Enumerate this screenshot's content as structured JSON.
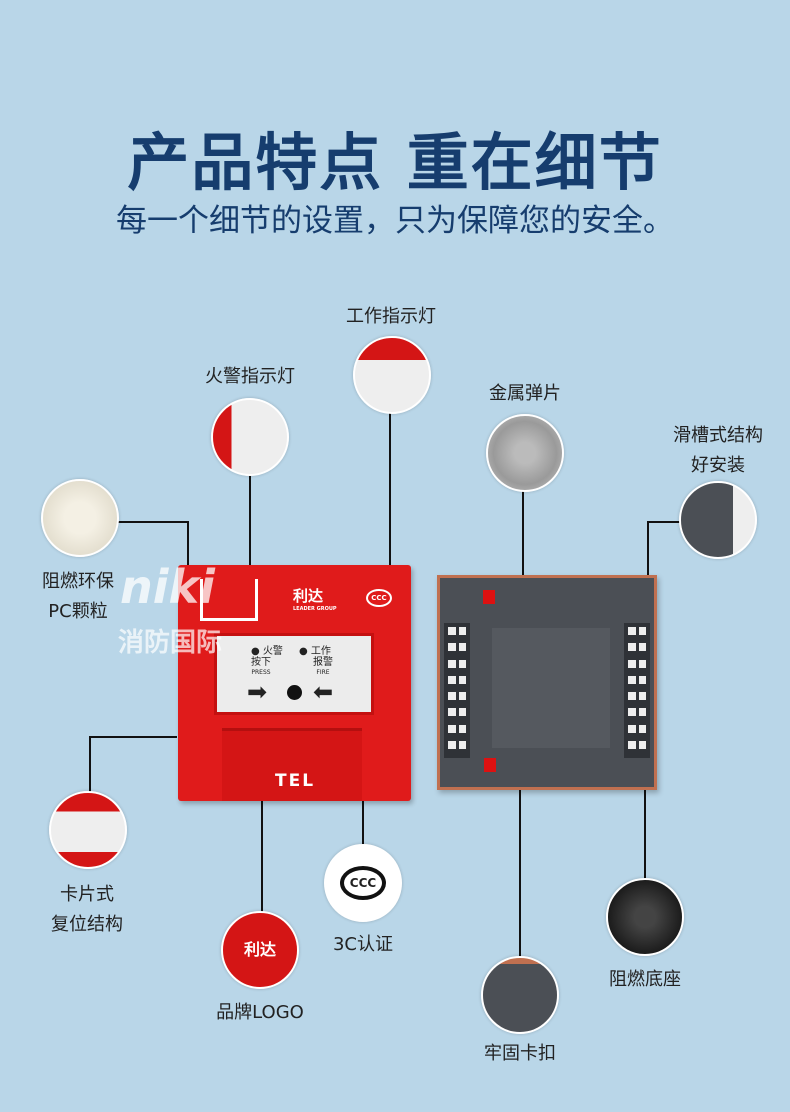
{
  "header": {
    "title": "产品特点 重在细节",
    "subtitle": "每一个细节的设置，只为保障您的安全。"
  },
  "product": {
    "brand_cn": "利达",
    "brand_en": "LEADER GROUP",
    "fire_lamp": "火警",
    "work_lamp": "工作",
    "press_cn": "按下",
    "press_en": "PRESS",
    "alarm_cn": "报警",
    "alarm_en": "FIRE",
    "tel": "TEL",
    "ccc": "CCC"
  },
  "watermark": {
    "line1": "niki",
    "line2": "消防国际"
  },
  "callouts": [
    {
      "label": "工作指示灯"
    },
    {
      "label": "火警指示灯"
    },
    {
      "label": "金属弹片"
    },
    {
      "label": "滑槽式结构",
      "label2": "好安装"
    },
    {
      "label": "阻燃环保",
      "label2": "PC颗粒"
    },
    {
      "label": "卡片式",
      "label2": "复位结构"
    },
    {
      "label": "品牌LOGO"
    },
    {
      "label": "3C认证"
    },
    {
      "label": "阻燃底座"
    },
    {
      "label": "牢固卡扣"
    }
  ],
  "colors": {
    "background": "#b9d6e8",
    "title": "#163d6e",
    "device_red": "#e01b1b",
    "base_gray": "#4b4f55"
  }
}
